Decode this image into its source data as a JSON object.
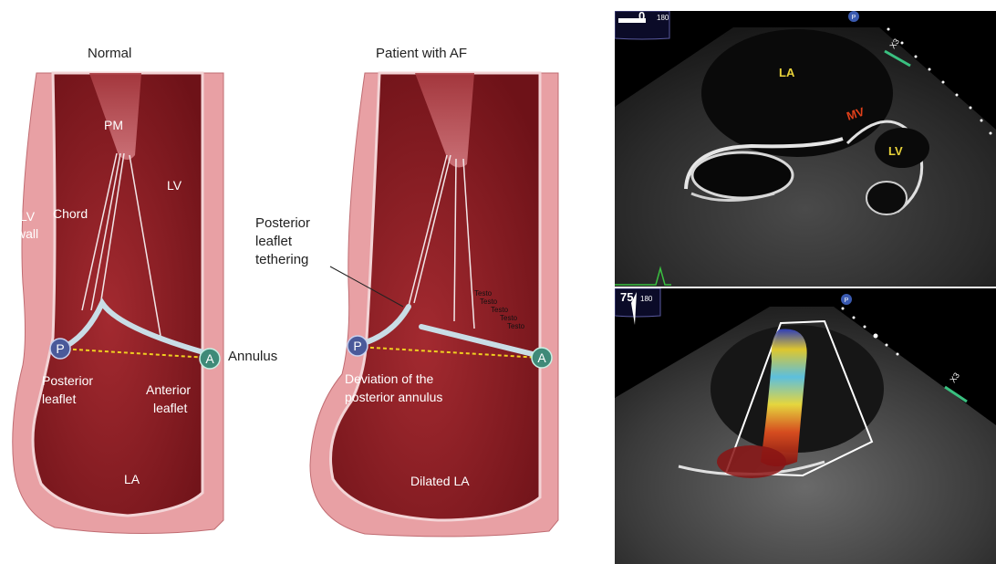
{
  "normal": {
    "title": "Normal",
    "labels": {
      "pm": "PM",
      "lv": "LV",
      "lv_wall_1": "LV",
      "lv_wall_2": "wall",
      "chord": "Chord",
      "posterior_1": "Posterior",
      "posterior_2": "leaflet",
      "anterior_1": "Anterior",
      "anterior_2": "leaflet",
      "la": "LA",
      "p_marker": "P",
      "a_marker": "A",
      "annulus": "Annulus"
    }
  },
  "af": {
    "title": "Patient with AF",
    "labels": {
      "tether_1": "Posterior",
      "tether_2": "leaflet",
      "tether_3": "tethering",
      "deviation_1": "Deviation of the",
      "deviation_2": "posterior annulus",
      "dilated_la": "Dilated LA",
      "p_marker": "P",
      "a_marker": "A",
      "testo": [
        "Testo",
        "Testo",
        "Testo",
        "Testo",
        "Testo"
      ]
    }
  },
  "echo_top": {
    "angle": "0",
    "angle_max": "180",
    "zoom": "X3",
    "probe": "P",
    "labels": {
      "la": "LA",
      "mv": "MV",
      "lv": "LV"
    },
    "label_colors": {
      "la": "#e8d23a",
      "mv": "#e0401a",
      "lv": "#e8d23a"
    }
  },
  "echo_bottom": {
    "angle": "75",
    "angle_max": "180",
    "zoom": "X3",
    "probe": "P"
  },
  "colors": {
    "tissue_wall": "#e8a0a4",
    "chamber": "#8e1d25",
    "leaflet": "#c9dde6",
    "p_marker": "#4a5a9a",
    "a_marker": "#3f8a78",
    "annulus_line": "#f0d020"
  }
}
